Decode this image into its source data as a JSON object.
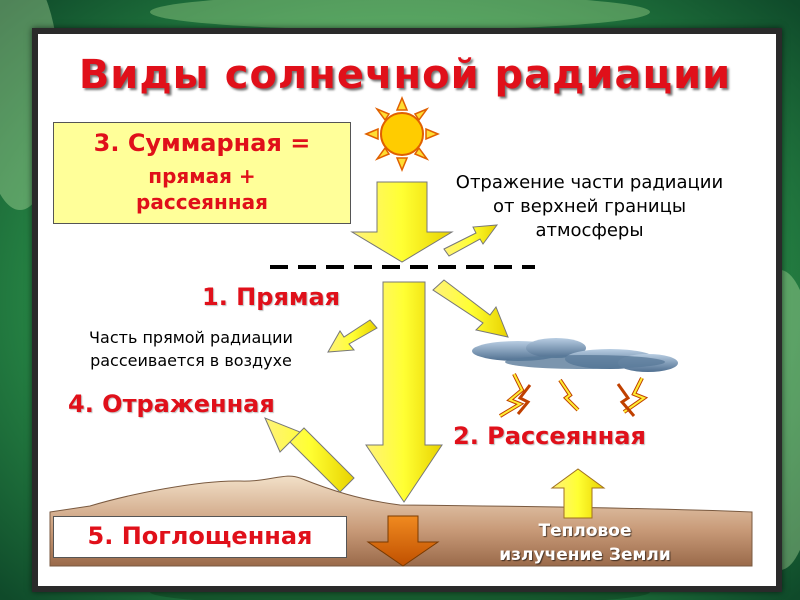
{
  "title": "Виды солнечной радиации",
  "summary": {
    "heading": "3. Суммарная =",
    "line1": "прямая +",
    "line2": "рассеянная"
  },
  "reflection_top": {
    "line1": "Отражение части радиации",
    "line2": "от верхней границы",
    "line3": "атмосферы"
  },
  "direct_label": "1. Прямая",
  "scatter_note": {
    "line1": "Часть прямой радиации",
    "line2": "рассеивается в воздухе"
  },
  "reflected_label": "4. Отраженная",
  "diffuse_label": "2. Рассеянная",
  "absorbed_label": "5. Поглощенная",
  "thermal": {
    "line1": "Тепловое",
    "line2": "излучение Земли"
  },
  "colors": {
    "label_red": "#e0101a",
    "arrow_yellow": "#ffff33",
    "arrow_orange": "#dd6a00",
    "sun": "#ffcc00",
    "ground": "#b07a5a",
    "cloud": "#6f8fb0"
  },
  "icons": [
    "sun-icon",
    "cloud-icon",
    "lightning-icon"
  ]
}
